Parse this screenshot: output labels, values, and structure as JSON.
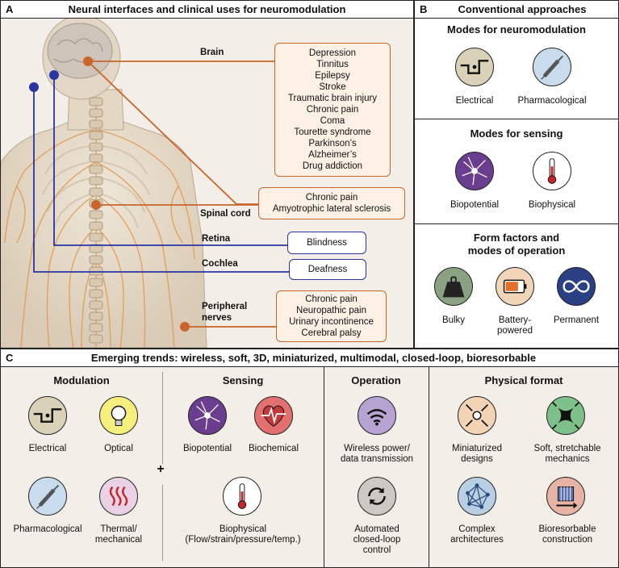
{
  "panel_a": {
    "letter": "A",
    "title": "Neural interfaces and clinical uses for neuromodulation",
    "brain_label": "Brain",
    "brain_uses": [
      "Depression",
      "Tinnitus",
      "Epilepsy",
      "Stroke",
      "Traumatic brain injury",
      "Chronic pain",
      "Coma",
      "Tourette syndrome",
      "Parkinson’s",
      "Alzheimer’s",
      "Drug addiction"
    ],
    "spinal_label": "Spinal cord",
    "spinal_uses": [
      "Chronic pain",
      "Amyotrophic lateral sclerosis"
    ],
    "retina_label": "Retina",
    "retina_uses": [
      "Blindness"
    ],
    "cochlea_label": "Cochlea",
    "cochlea_uses": [
      "Deafness"
    ],
    "peripheral_label": "Peripheral\nnerves",
    "peripheral_uses": [
      "Chronic pain",
      "Neuropathic pain",
      "Urinary incontinence",
      "Cerebral palsy"
    ]
  },
  "panel_b": {
    "letter": "B",
    "title": "Conventional approaches",
    "modulation_title": "Modes for neuromodulation",
    "modulation_items": [
      "Electrical",
      "Pharmacological"
    ],
    "sensing_title": "Modes for sensing",
    "sensing_items": [
      "Biopotential",
      "Biophysical"
    ],
    "form_title": "Form factors and\nmodes of operation",
    "form_items": [
      "Bulky",
      "Battery-\npowered",
      "Permanent"
    ]
  },
  "panel_c": {
    "letter": "C",
    "title": "Emerging trends: wireless, soft, 3D, miniaturized, multimodal, closed-loop, bioresorbable",
    "modulation_title": "Modulation",
    "modulation_items": [
      "Electrical",
      "Optical",
      "Pharmacological",
      "Thermal/\nmechanical"
    ],
    "plus": "+",
    "sensing_title": "Sensing",
    "sensing_items": [
      "Biopotential",
      "Biochemical",
      "Biophysical\n(Flow/strain/pressure/temp.)"
    ],
    "operation_title": "Operation",
    "operation_items": [
      "Wireless power/\ndata transmission",
      "Automated\nclosed-loop\ncontrol"
    ],
    "format_title": "Physical format",
    "format_items": [
      "Miniaturized\ndesigns",
      "Soft, stretchable\nmechanics",
      "Complex\narchitectures",
      "Bioresorbable\nconstruction"
    ]
  },
  "colors": {
    "orange": "#c9652a",
    "blue": "#2a35a4",
    "panel_bg": "#f3efe8"
  }
}
